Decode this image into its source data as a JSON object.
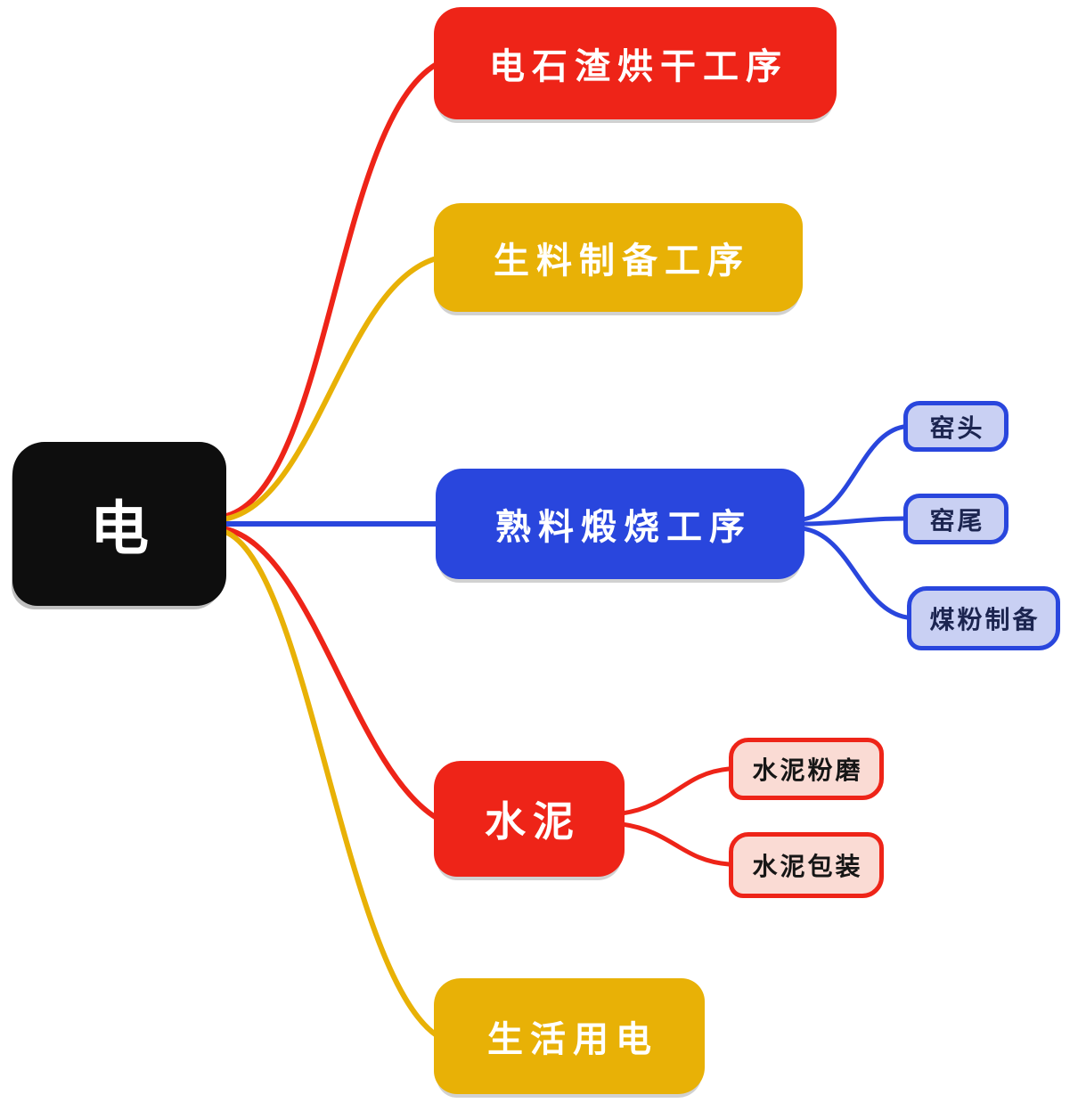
{
  "palette": {
    "canvas-bg": "#ffffff",
    "root-bg": "#0e0e0e",
    "red": "#ee2418",
    "yellow": "#e8b106",
    "blue": "#2946dd",
    "lavender": "#c9d0f3",
    "lavender-border": "#2946dd",
    "lavender-text": "#1c2550",
    "pink": "#fadbd4",
    "pink-border": "#ee2418",
    "pink-text": "#161616",
    "node-text": "#ffffff"
  },
  "diagram": {
    "root": {
      "label": "电",
      "bg": "#0e0e0e",
      "text_color": "#ffffff"
    },
    "branches": [
      {
        "label": "电石渣烘干工序",
        "color": "#ee2418"
      },
      {
        "label": "生料制备工序",
        "color": "#e8b106"
      },
      {
        "label": "熟料煅烧工序",
        "color": "#2946dd",
        "children": [
          {
            "label": "窑头",
            "bg": "#c9d0f3",
            "border": "#2946dd"
          },
          {
            "label": "窑尾",
            "bg": "#c9d0f3",
            "border": "#2946dd"
          },
          {
            "label": "煤粉制备",
            "bg": "#c9d0f3",
            "border": "#2946dd"
          }
        ]
      },
      {
        "label": "水泥",
        "color": "#ee2418",
        "children": [
          {
            "label": "水泥粉磨",
            "bg": "#fadbd4",
            "border": "#ee2418"
          },
          {
            "label": "水泥包装",
            "bg": "#fadbd4",
            "border": "#ee2418"
          }
        ]
      },
      {
        "label": "生活用电",
        "color": "#e8b106"
      }
    ]
  }
}
